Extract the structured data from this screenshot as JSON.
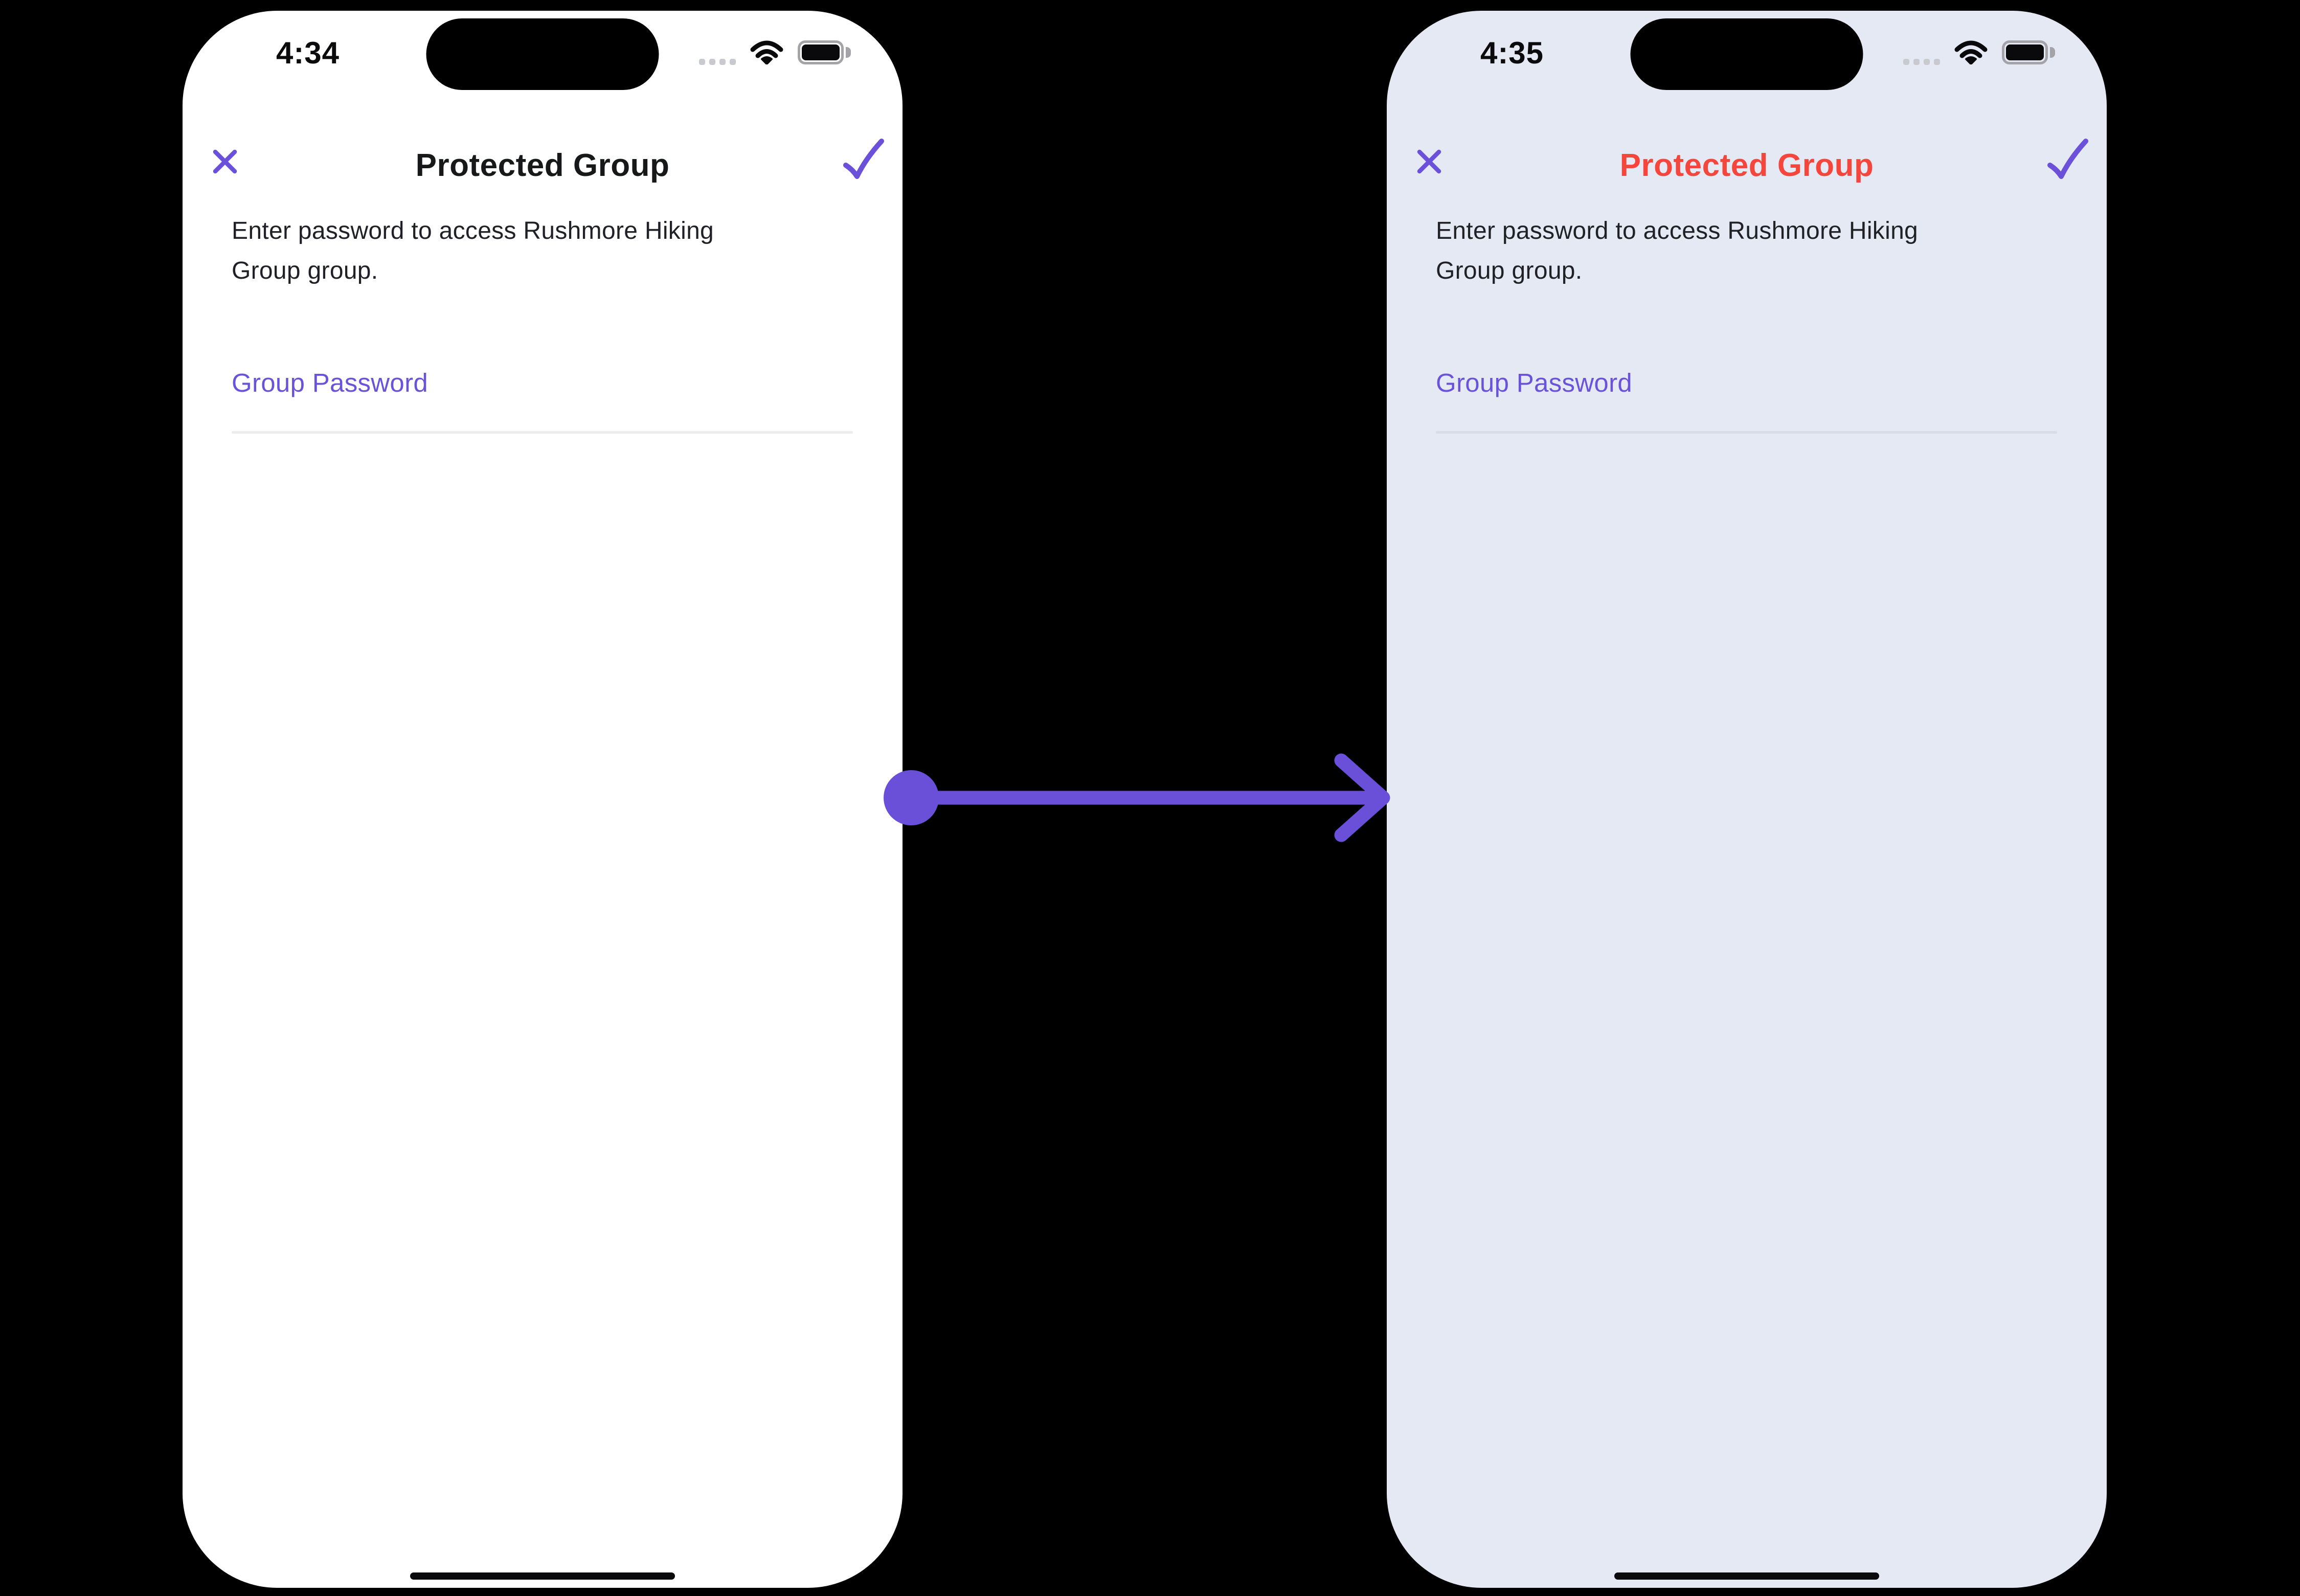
{
  "canvas": {
    "background": "#000000"
  },
  "colors": {
    "accent_purple": "#6B50D9",
    "arrow_purple": "#6A50D8",
    "title_dark": "#17181A",
    "title_red": "#F4463C",
    "body_text": "#1F2126",
    "screen_before": "#FFFFFF",
    "screen_after": "#E4E9F3",
    "underline_before": "#EDEDEF",
    "underline_after": "#D7DCE7",
    "status_dots": "#C8CACF",
    "battery_outline": "#A4A4A8"
  },
  "icons": {
    "close": "x-mark",
    "confirm": "check-mark",
    "cellular": "signal-dots",
    "wifi": "wifi",
    "battery": "battery-full",
    "transition": "arrow-right"
  },
  "arrow": {
    "direction": "right"
  },
  "phones": [
    {
      "variant": "before",
      "status_bar": {
        "time": "4:34"
      },
      "nav": {
        "title": "Protected Group"
      },
      "description": "Enter password to access Rushmore Hiking Group group.",
      "field": {
        "label": "Group Password",
        "value": ""
      }
    },
    {
      "variant": "after",
      "status_bar": {
        "time": "4:35"
      },
      "nav": {
        "title": "Protected Group"
      },
      "description": "Enter password to access Rushmore Hiking Group group.",
      "field": {
        "label": "Group Password",
        "value": ""
      }
    }
  ]
}
